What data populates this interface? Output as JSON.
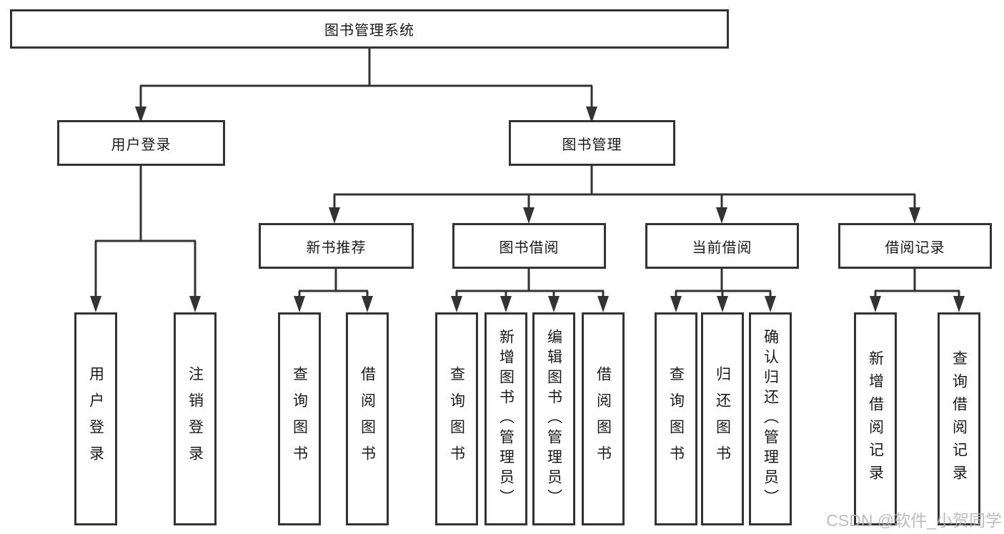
{
  "diagram": {
    "title": "图书管理系统",
    "root": {
      "label": "图书管理系统"
    },
    "level2": [
      {
        "label": "用户登录"
      },
      {
        "label": "图书管理"
      }
    ],
    "level3": [
      {
        "parent": "图书管理",
        "label": "新书推荐"
      },
      {
        "parent": "图书管理",
        "label": "图书借阅"
      },
      {
        "parent": "图书管理",
        "label": "当前借阅"
      },
      {
        "parent": "图书管理",
        "label": "借阅记录"
      }
    ],
    "leaves": [
      {
        "parent": "用户登录",
        "label": "用户登录"
      },
      {
        "parent": "用户登录",
        "label": "注销登录"
      },
      {
        "parent": "新书推荐",
        "label": "查询图书"
      },
      {
        "parent": "新书推荐",
        "label": "借阅图书"
      },
      {
        "parent": "图书借阅",
        "label": "查询图书"
      },
      {
        "parent": "图书借阅",
        "label": "新增图书（管理员）"
      },
      {
        "parent": "图书借阅",
        "label": "编辑图书（管理员）"
      },
      {
        "parent": "图书借阅",
        "label": "借阅图书"
      },
      {
        "parent": "当前借阅",
        "label": "查询图书"
      },
      {
        "parent": "当前借阅",
        "label": "归还图书"
      },
      {
        "parent": "当前借阅",
        "label": "确认归还（管理员）"
      },
      {
        "parent": "借阅记录",
        "label": "新增借阅记录"
      },
      {
        "parent": "借阅记录",
        "label": "查询借阅记录"
      }
    ],
    "watermark": "CSDN @软件_小贺同学",
    "colors": {
      "line": "#333333",
      "box_border": "#333333",
      "text": "#1a1a1a",
      "background": "#ffffff",
      "watermark": "#b5b5b5"
    }
  }
}
